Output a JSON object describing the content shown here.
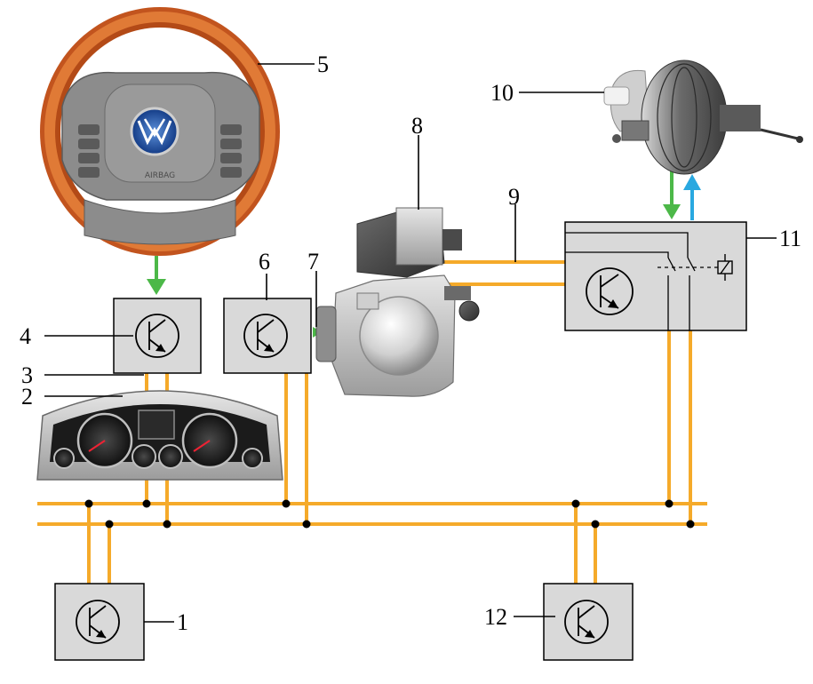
{
  "labels": {
    "l1": "1",
    "l2": "2",
    "l3": "3",
    "l4": "4",
    "l5": "5",
    "l6": "6",
    "l7": "7",
    "l8": "8",
    "l9": "9",
    "l10": "10",
    "l11": "11",
    "l12": "12"
  },
  "wheel_badge_text": "AIRBAG",
  "colors": {
    "bus": "#f5aa2a",
    "arrow_green": "#4cb848",
    "arrow_blue": "#29a8e0",
    "ecu_fill": "#d9d9d9",
    "wheel_rim": "#d9702f"
  },
  "icons": {
    "steering_wheel": "steering-wheel-icon",
    "instrument_cluster": "instrument-cluster-icon",
    "control_unit": "control-unit-transistor-icon",
    "adaptive_cruise_sensor": "radar-sensor-icon",
    "brake_booster": "brake-booster-icon",
    "relay": "relay-switch-icon"
  }
}
